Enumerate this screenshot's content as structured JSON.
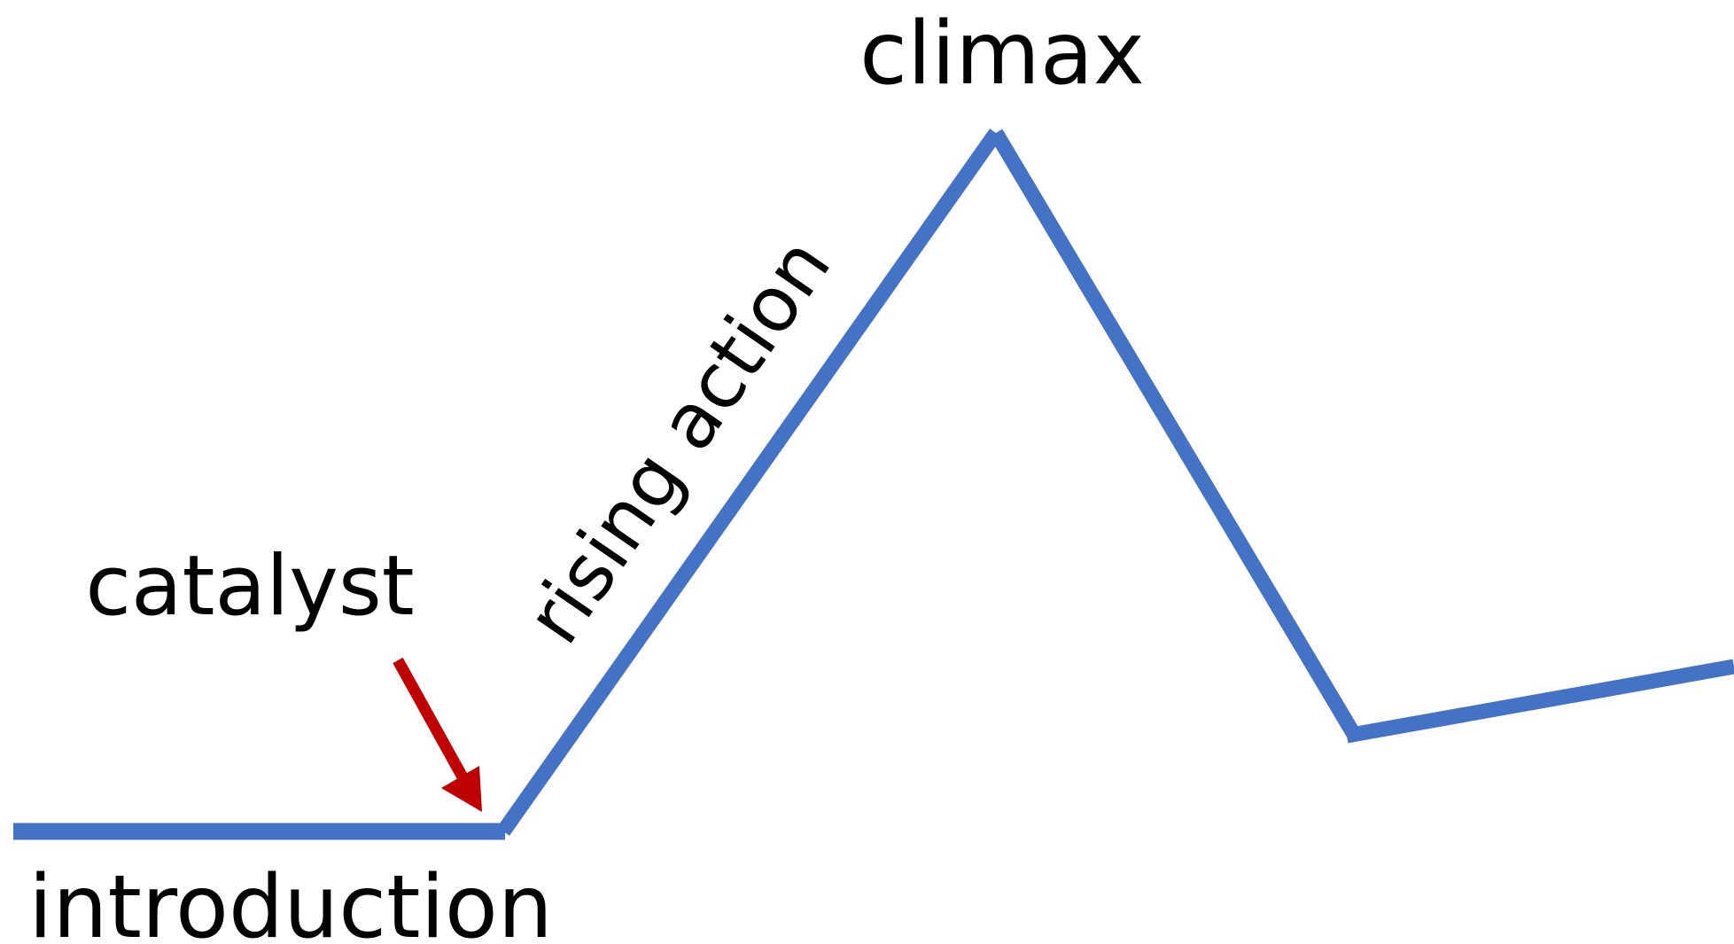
{
  "labels": {
    "climax": "climax",
    "catalyst": "catalyst",
    "rising_action": "rising action",
    "introduction": "introduction"
  },
  "colors": {
    "plot_line": "#4472C4",
    "catalyst_arrow": "#C00000",
    "text": "#000000",
    "background": "#FFFFFF"
  }
}
